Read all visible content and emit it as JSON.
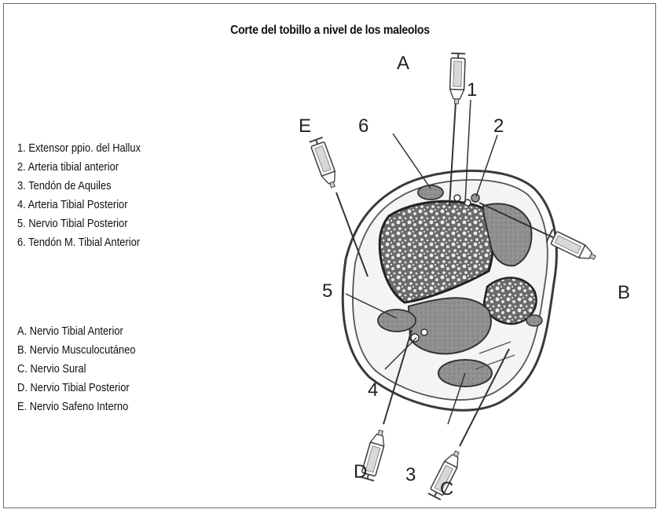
{
  "title": "Corte del tobillo a nivel de los maleolos",
  "legend_numbers": [
    "1. Extensor ppio. del Hallux",
    "2. Arteria tibial anterior",
    "3. Tendón de Aquiles",
    "4. Arteria Tibial Posterior",
    "5. Nervio Tibial Posterior",
    "6. Tendón M. Tibial Anterior"
  ],
  "legend_letters": [
    "A. Nervio Tibial Anterior",
    "B. Nervio Musculocutáneo",
    "C. Nervio Sural",
    "D. Nervio Tibial Posterior",
    "E. Nervio Safeno Interno"
  ],
  "diagram_labels": {
    "A": "A",
    "B": "B",
    "C": "C",
    "D": "D",
    "E": "E",
    "n1": "1",
    "n2": "2",
    "n3": "3",
    "n4": "4",
    "n5": "5",
    "n6": "6"
  }
}
